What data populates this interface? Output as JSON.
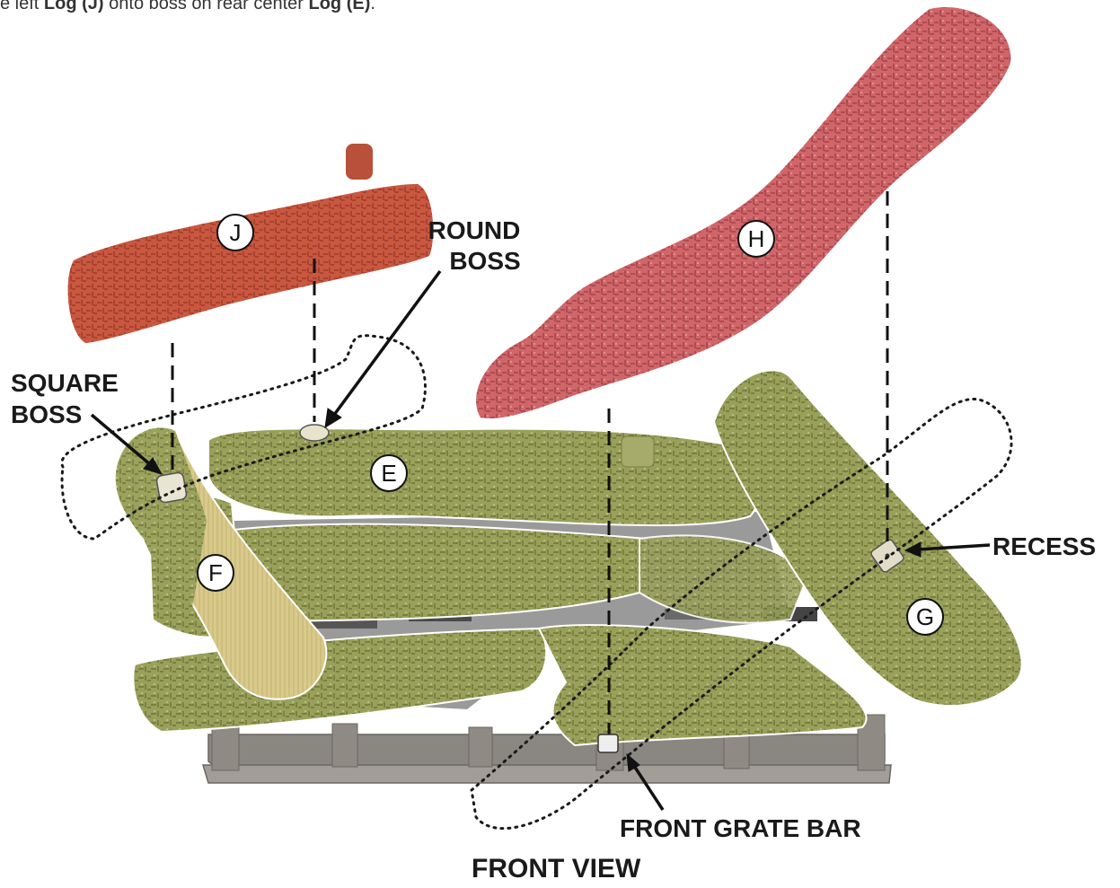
{
  "instruction": {
    "text_before_1": "e left ",
    "log_j": "Log (J)",
    "text_between": " onto boss on rear center ",
    "log_e": "Log (E)",
    "text_after": "."
  },
  "labels": {
    "round_boss_line1": "ROUND",
    "round_boss_line2": "BOSS",
    "square_boss_line1": "SQUARE",
    "square_boss_line2": "BOSS",
    "recess": "RECESS",
    "front_grate_bar": "FRONT GRATE BAR",
    "front_view": "FRONT VIEW"
  },
  "log_letters": {
    "j": "J",
    "h": "H",
    "e": "E",
    "f": "F",
    "g": "G"
  },
  "colors": {
    "red_log": "#c9583f",
    "pink_log": "#d0666a",
    "green_log": "#98a05a",
    "light_log": "#d9c98a",
    "grate": "#8a8680",
    "inner_cavity": "#9a9a9a",
    "text": "#1a1a1a"
  }
}
